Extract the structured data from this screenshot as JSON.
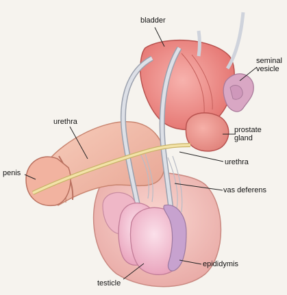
{
  "labels": {
    "bladder": "bladder",
    "seminal_vesicle_line1": "seminal",
    "seminal_vesicle_line2": "vesicle",
    "urethra_upper": "urethra",
    "prostate_line1": "prostate",
    "prostate_line2": "gland",
    "penis": "penis",
    "urethra_lower": "urethra",
    "vas_deferens": "vas deferens",
    "epididymis": "epididymis",
    "testicle": "testicle"
  },
  "colors": {
    "background": "#f6f3ee",
    "flesh": "#f0b9a6",
    "flesh_dark": "#d98b7b",
    "organ_pink": "#ee8f8c",
    "testis_pink": "#f0b5c8",
    "epididymis_violet": "#c9a3c9",
    "tube_grey": "#c8ccd6",
    "urethra_yellow": "#f0dfa0",
    "leader_line": "#222222"
  }
}
